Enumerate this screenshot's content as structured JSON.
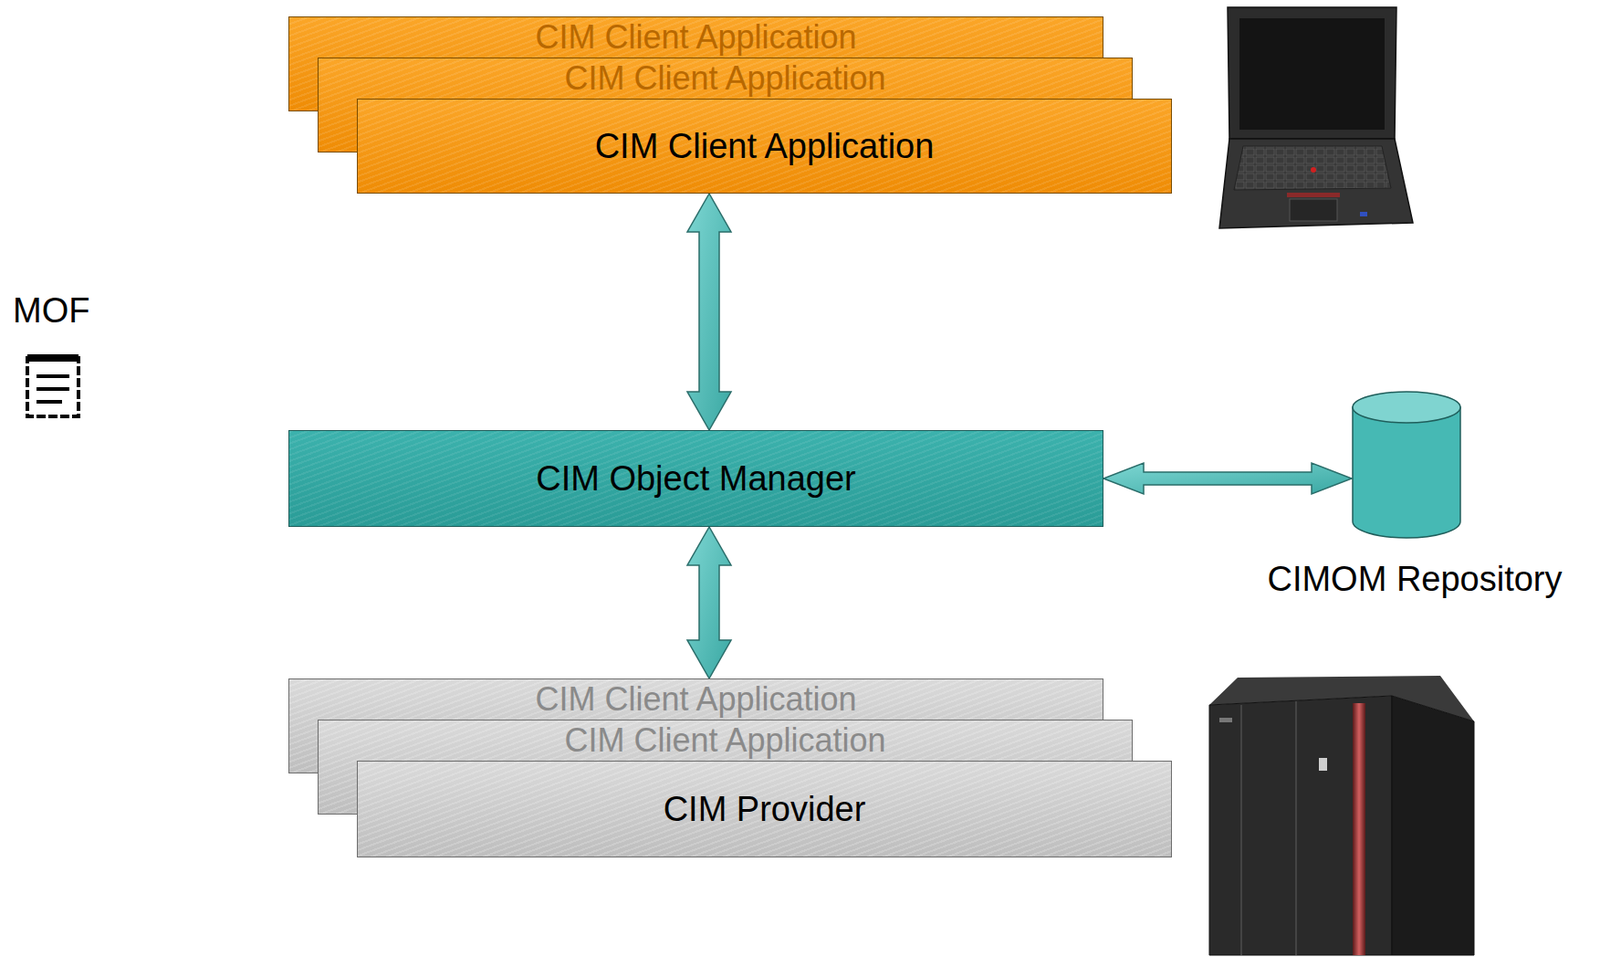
{
  "diagram": {
    "nodes": [
      {
        "text": [
          "CIM Client Application"
        ]
      },
      {
        "text": [
          "CIM Client Application"
        ]
      },
      {
        "text": [
          "CIM Client Application"
        ]
      },
      {
        "text": [
          "CIM Object Manager"
        ]
      },
      {
        "text": [
          "CIMOM Repository"
        ]
      },
      {
        "text": [
          "CIM Client Application"
        ]
      },
      {
        "text": [
          "CIM Client Application"
        ]
      },
      {
        "text": [
          "CIM Provider"
        ]
      }
    ],
    "edges": [
      {
        "from": 2,
        "to": 3,
        "arrow": "both"
      },
      {
        "from": 3,
        "to": 4,
        "arrow": "both"
      },
      {
        "from": 3,
        "to": 5,
        "arrow": "both"
      }
    ],
    "labels": [
      "MOF"
    ]
  }
}
